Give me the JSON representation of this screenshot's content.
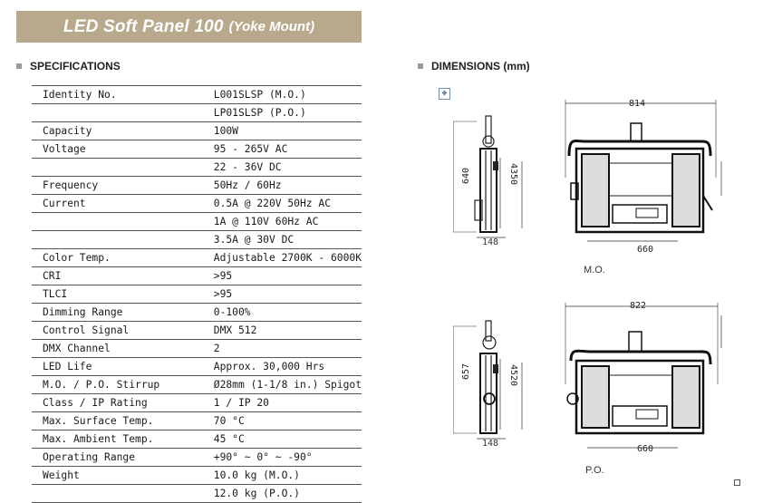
{
  "banner": {
    "title": "LED Soft Panel 100",
    "subtitle": "(Yoke Mount)"
  },
  "specs_heading": "SPECIFICATIONS",
  "dims_heading": "DIMENSIONS (mm)",
  "specs": [
    {
      "label": "Identity No.",
      "value": "L001SLSP (M.O.)"
    },
    {
      "label": "",
      "value": "LP01SLSP (P.O.)"
    },
    {
      "label": "Capacity",
      "value": "100W"
    },
    {
      "label": "Voltage",
      "value": "95 - 265V AC"
    },
    {
      "label": "",
      "value": "22 - 36V DC"
    },
    {
      "label": "Frequency",
      "value": "50Hz / 60Hz"
    },
    {
      "label": "Current",
      "value": "0.5A @ 220V 50Hz AC"
    },
    {
      "label": "",
      "value": "1A @ 110V 60Hz AC"
    },
    {
      "label": "",
      "value": "3.5A @ 30V DC"
    },
    {
      "label": "Color Temp.",
      "value": "Adjustable 2700K - 6000K"
    },
    {
      "label": "CRI",
      "value": ">95"
    },
    {
      "label": "TLCI",
      "value": ">95"
    },
    {
      "label": "Dimming Range",
      "value": "0-100%"
    },
    {
      "label": "Control Signal",
      "value": "DMX 512"
    },
    {
      "label": "DMX Channel",
      "value": "2"
    },
    {
      "label": "LED Life",
      "value": "Approx. 30,000 Hrs"
    },
    {
      "label": "M.O. / P.O. Stirrup",
      "value": "Ø28mm (1-1/8 in.) Spigot"
    },
    {
      "label": "Class / IP Rating",
      "value": "1 / IP 20"
    },
    {
      "label": "Max. Surface Temp.",
      "value": "70 °C"
    },
    {
      "label": "Max. Ambient Temp.",
      "value": "45 °C"
    },
    {
      "label": "Operating Range",
      "value": "+90° ~ 0° ~ -90°"
    },
    {
      "label": "Weight",
      "value": "10.0 kg (M.O.)"
    },
    {
      "label": "",
      "value": "12.0 kg (P.O.)"
    }
  ],
  "dimensions": {
    "mo": {
      "height": "640",
      "depth_h": "4350",
      "side_mark": "4",
      "depth": "148",
      "width": "814",
      "front_width": "660",
      "label": "M.O."
    },
    "po": {
      "height": "657",
      "depth_h": "4520",
      "side_mark": "4",
      "depth": "148",
      "width": "822",
      "front_width": "660",
      "label": "P.O."
    }
  },
  "handle_icon": "move-cross-icon"
}
